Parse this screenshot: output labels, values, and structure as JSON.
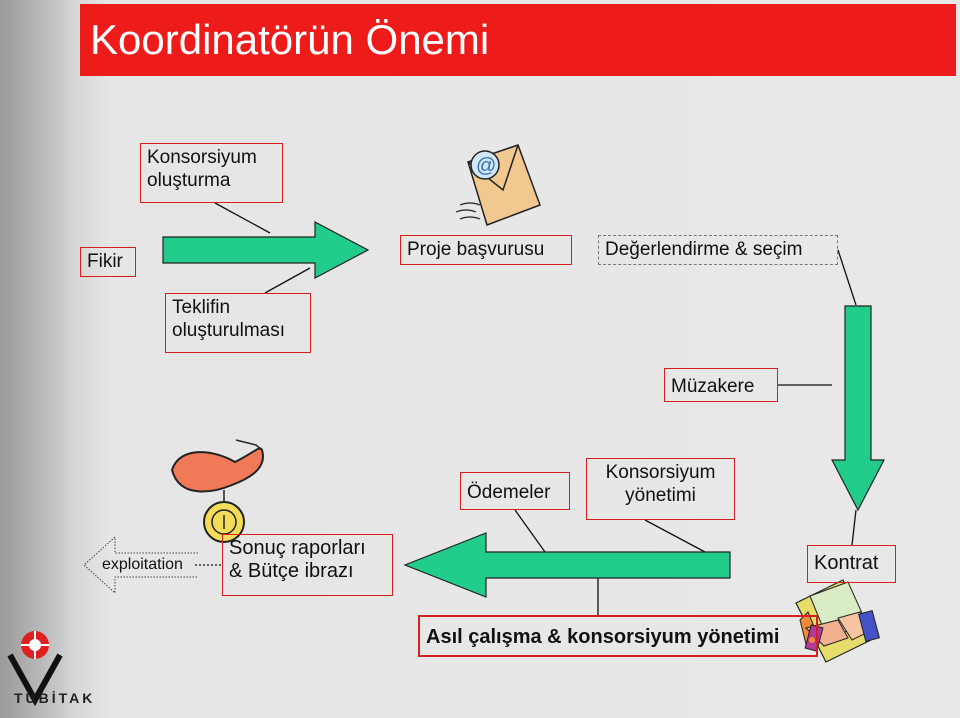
{
  "title": "Koordinatörün Önemi",
  "nodes": {
    "konsorsiyum_olusturma": "Konsorsiyum\noluşturma",
    "fikir": "Fikir",
    "proje_basvurusu": "Proje başvurusu",
    "degerlendirme": "Değerlendirme & seçim",
    "teklifin_olusturulmasi": "Teklifin\noluşturulması",
    "muzakere": "Müzakere",
    "odemeler": "Ödemeler",
    "konsorsiyum_yonetimi": "Konsorsiyum\nyönetimi",
    "exploitation": "exploitation",
    "sonuc_raporlari": "Sonuç raporları\n& Bütçe ibrazı",
    "kontrat": "Kontrat",
    "asil_calisma": "Asıl çalışma & konsorsiyum yönetimi"
  },
  "logo": {
    "text": "TÜBİTAK"
  },
  "colors": {
    "title_bg": "#ee1b1b",
    "arrow_fill": "#22cc8a",
    "box_border": "#d42020"
  },
  "icons": [
    "email-envelope-icon",
    "money-bag-icon",
    "handshake-contract-icon"
  ]
}
